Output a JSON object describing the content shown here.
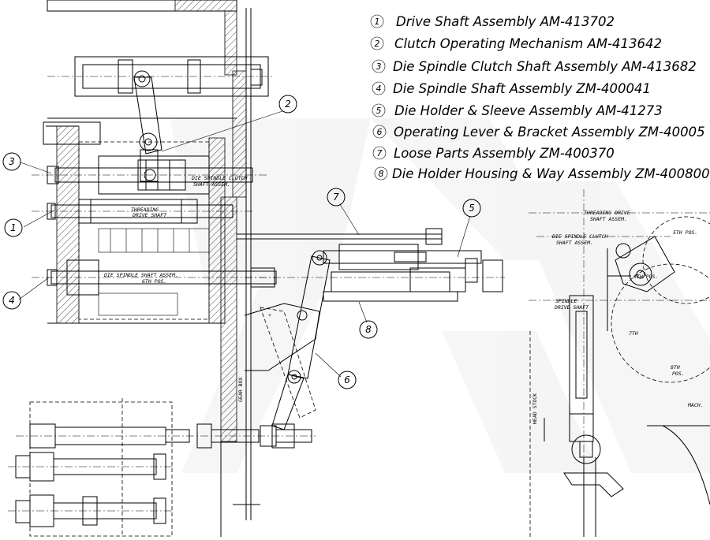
{
  "legend": [
    {
      "num": "1",
      "text": "Drive Shaft Assembly AM-413702"
    },
    {
      "num": "2",
      "text": "Clutch Operating Mechanism AM-413642"
    },
    {
      "num": "3",
      "text": "Die Spindle Clutch Shaft Assembly AM-413682"
    },
    {
      "num": "4",
      "text": "Die Spindle Shaft Assembly ZM-400041"
    },
    {
      "num": "5",
      "text": "Die Holder & Sleeve Assembly AM-41273"
    },
    {
      "num": "6",
      "text": "Operating Lever & Bracket Assembly ZM-40005"
    },
    {
      "num": "7",
      "text": "Loose Parts Assembly ZM-400370"
    },
    {
      "num": "8",
      "text": "Die Holder Housing & Way Assembly ZM-400800"
    }
  ],
  "callouts": [
    "1",
    "2",
    "3",
    "4",
    "5",
    "6",
    "7",
    "8"
  ],
  "drawing_notes": {
    "clutch_shaft_1": "DIE SPINDLE CLUTCH",
    "clutch_shaft_2": "SHAFT ASSEM.",
    "drive_shaft_1": "THREADING",
    "drive_shaft_2": "DRIVE SHAFT",
    "spindle_shaft": "DIE SPINDLE SHAFT ASSEM.",
    "spindle_pos": "6TH POS.",
    "gear_box": "GEAR BOX",
    "head_stock": "HEAD STOCK",
    "r_threading_1": "THREADING DRIVE",
    "r_threading_2": "SHAFT ASSEM.",
    "r_clutch_1": "DIE SPINDLE CLUTCH",
    "r_clutch_2": "SHAFT ASSEM.",
    "r_spindle_1": "SPINDLE",
    "r_spindle_2": "DRIVE SHAFT",
    "pos_5th": "5TH POS.",
    "pos_6th": "6TH POS.",
    "pos_7th": "7TH",
    "pos_8th_1": "8TH",
    "pos_8th_2": "POS.",
    "mach": "MACH."
  }
}
